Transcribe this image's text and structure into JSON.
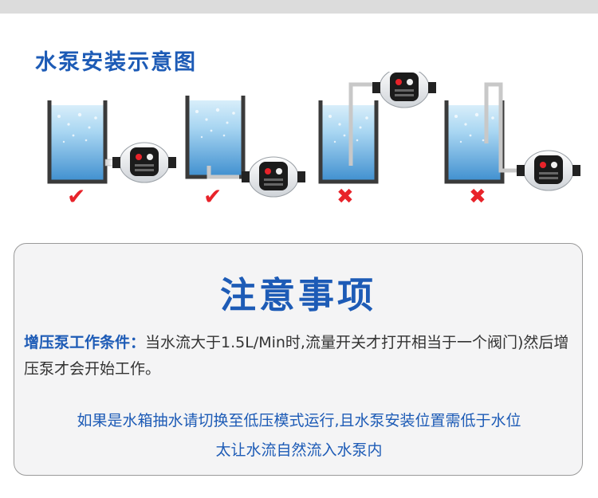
{
  "header": {
    "title": "水泵安装示意图"
  },
  "diagrams": [
    {
      "result": "correct",
      "symbol": "✔"
    },
    {
      "result": "correct",
      "symbol": "✔"
    },
    {
      "result": "wrong",
      "symbol": "✖"
    },
    {
      "result": "wrong",
      "symbol": "✖"
    }
  ],
  "colors": {
    "brand_blue": "#1d5bb6",
    "check_red": "#e8232a",
    "tank_dark": "#3a3a3a",
    "water_light": "#bfe2f6",
    "water_deep": "#3f8fcf"
  },
  "notice": {
    "title": "注意事项",
    "condition_label": "增压泵工作条件：",
    "condition_text": "当水流大于1.5L/Min时,流量开关才打开相当于一个阀门)然后增压泵才会开始工作。",
    "hint_line1": "如果是水箱抽水请切换至低压模式运行,且水泵安装位置需低于水位",
    "hint_line2": "太让水流自然流入水泵内"
  }
}
